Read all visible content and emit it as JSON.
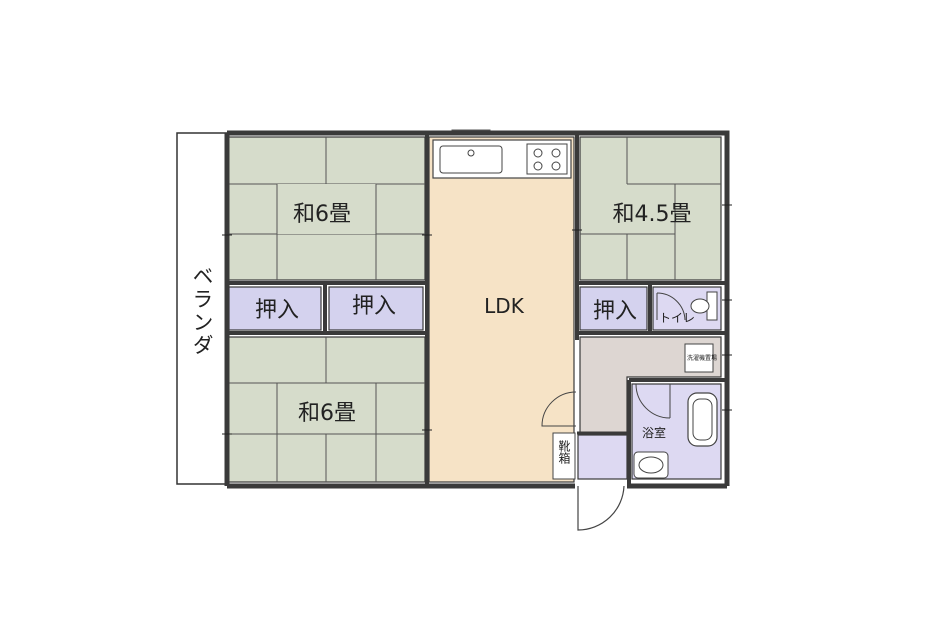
{
  "rooms": {
    "washitsu_top_left": "和6畳",
    "washitsu_bottom_left": "和6畳",
    "washitsu_right": "和4.5畳",
    "ldk": "LDK",
    "closet_1": "押入",
    "closet_2": "押入",
    "closet_3": "押入",
    "toilet": "トイレ",
    "bathroom": "浴室",
    "shoe_box": "靴箱",
    "washer_space": "洗濯機置場"
  },
  "balcony": "ベランダ",
  "colors": {
    "tatami": "#d6dccb",
    "ldk_floor": "#f6e3c6",
    "closet": "#d4d2ee",
    "wet_area": "#ddd9f2",
    "hall": "#ddd6d2",
    "wall": "#3a3a3a"
  }
}
